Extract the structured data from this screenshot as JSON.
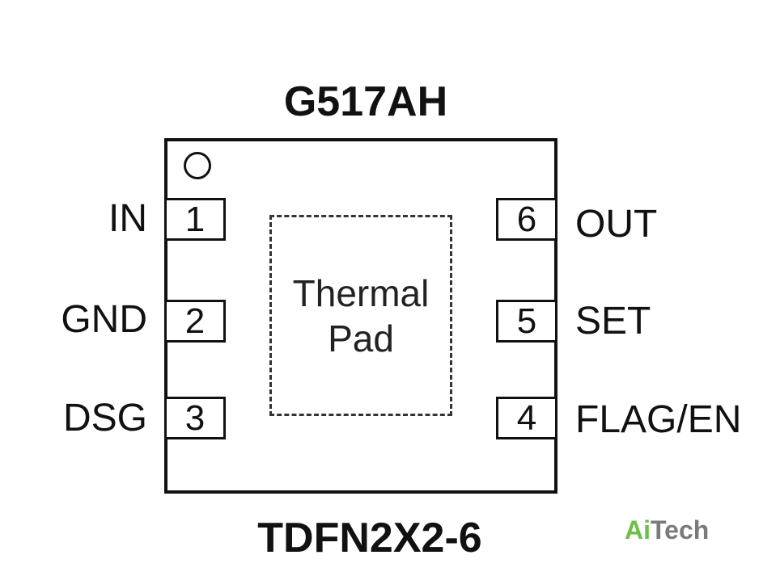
{
  "diagram": {
    "part_number": "G517AH",
    "package": "TDFN2X2-6",
    "thermal_pad": {
      "line1": "Thermal",
      "line2": "Pad"
    },
    "pins": [
      {
        "number": "1",
        "name": "IN"
      },
      {
        "number": "2",
        "name": "GND"
      },
      {
        "number": "3",
        "name": "DSG"
      },
      {
        "number": "4",
        "name": "FLAG/EN"
      },
      {
        "number": "5",
        "name": "SET"
      },
      {
        "number": "6",
        "name": "OUT"
      }
    ]
  },
  "logo": {
    "part1": "Ai",
    "part2": "Tech",
    "colors": {
      "part1": "#6cc04a",
      "part2": "#7a7a7a"
    }
  }
}
